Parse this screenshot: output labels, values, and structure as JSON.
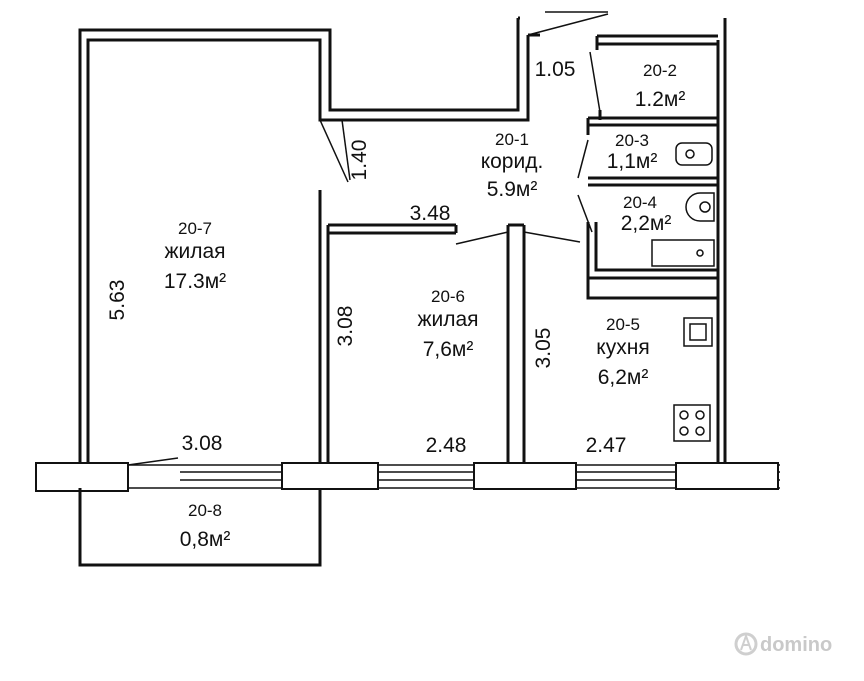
{
  "rooms": [
    {
      "id": "20-7",
      "name": "жилая",
      "area": "17.3м²"
    },
    {
      "id": "20-6",
      "name": "жилая",
      "area": "7,6м²"
    },
    {
      "id": "20-5",
      "name": "кухня",
      "area": "6,2м²"
    },
    {
      "id": "20-1",
      "name": "корид.",
      "area": "5.9м²"
    },
    {
      "id": "20-2",
      "name": "",
      "area": "1.2м²"
    },
    {
      "id": "20-3",
      "name": "",
      "area": "1,1м²"
    },
    {
      "id": "20-4",
      "name": "",
      "area": "2,2м²"
    },
    {
      "id": "20-8",
      "name": "",
      "area": "0,8м²"
    }
  ],
  "dimensions": {
    "d_1_05": "1.05",
    "d_1_40": "1.40",
    "d_3_48": "3.48",
    "d_5_63": "5.63",
    "d_3_08_v": "3.08",
    "d_3_05": "3.05",
    "d_3_08_h": "3.08",
    "d_2_48": "2.48",
    "d_2_47": "2.47"
  },
  "watermark": "domino",
  "icons": [
    "sink-icon",
    "toilet-icon",
    "bathtub-icon",
    "kitchen-sink-icon",
    "stove-icon",
    "watermark-logo-icon"
  ]
}
